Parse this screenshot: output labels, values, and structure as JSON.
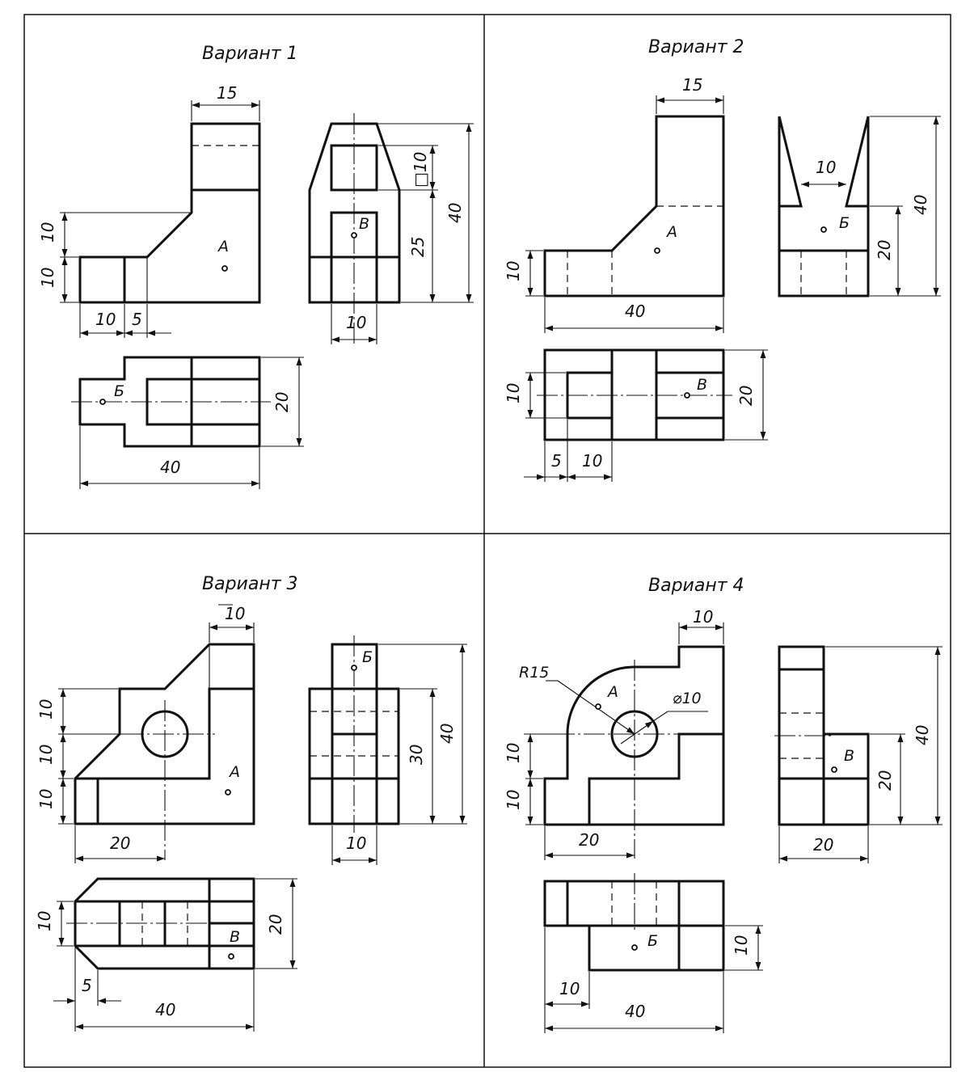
{
  "variants": [
    {
      "title": "Вариант 1",
      "dims": {
        "top_width": "15",
        "left_upper": "10",
        "left_lower": "10",
        "base_a": "10",
        "base_b": "5",
        "side_square": "□10",
        "side_total": "40",
        "side_mid": "25",
        "side_bottom": "10",
        "plan_height": "20",
        "plan_width": "40"
      },
      "points": {
        "a": "А",
        "b": "Б",
        "c": "В"
      }
    },
    {
      "title": "Вариант 2",
      "dims": {
        "top_width": "15",
        "left_height": "10",
        "front_width": "40",
        "side_slot": "10",
        "side_lower": "20",
        "side_total": "40",
        "plan_slot": "10",
        "plan_height": "20",
        "plan_a": "5",
        "plan_b": "10"
      },
      "points": {
        "a": "А",
        "b": "Б",
        "c": "В"
      }
    },
    {
      "title": "Вариант 3",
      "dims": {
        "top_width": "10",
        "left_1": "10",
        "left_2": "10",
        "left_3": "10",
        "front_bottom": "20",
        "side_mid": "30",
        "side_total": "40",
        "side_bottom": "10",
        "plan_left": "10",
        "plan_height": "20",
        "plan_chamfer": "5",
        "plan_width": "40"
      },
      "points": {
        "a": "А",
        "b": "Б",
        "c": "В"
      }
    },
    {
      "title": "Вариант 4",
      "dims": {
        "top_width": "10",
        "radius": "R15",
        "hole": "⌀10",
        "left_1": "10",
        "left_2": "10",
        "front_bottom": "20",
        "side_lower": "20",
        "side_total": "40",
        "side_bottom": "20",
        "plan_height": "10",
        "plan_left": "10",
        "plan_width": "40"
      },
      "points": {
        "a": "А",
        "b": "Б",
        "c": "В"
      }
    }
  ]
}
